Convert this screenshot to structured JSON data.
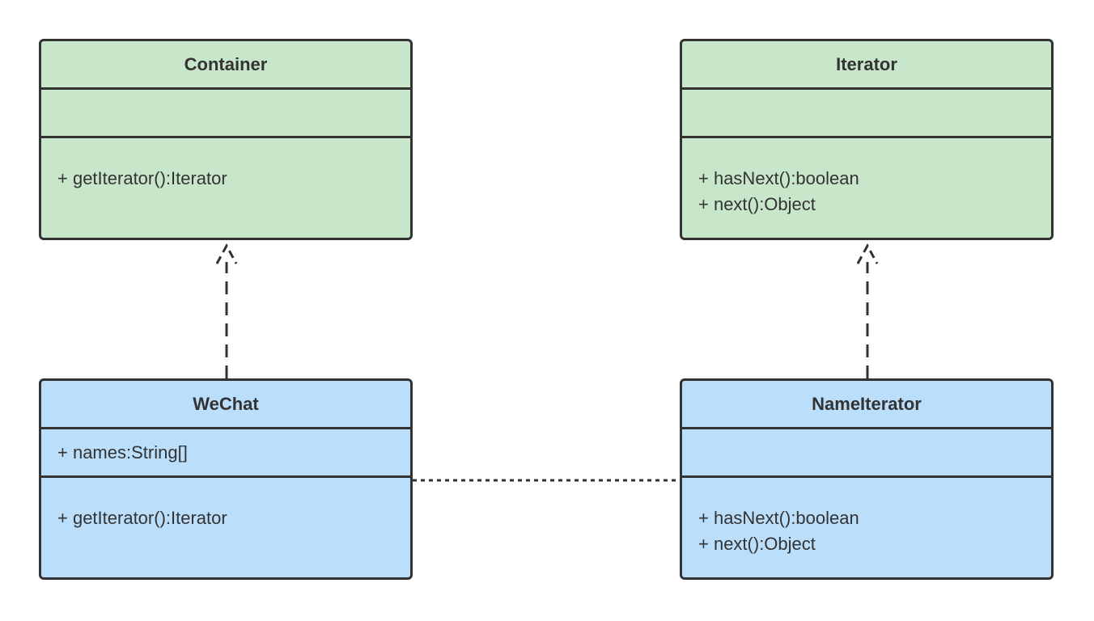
{
  "classes": {
    "container": {
      "name": "Container",
      "attributes": [],
      "operations": [
        "+ getIterator():Iterator"
      ]
    },
    "iterator": {
      "name": "Iterator",
      "attributes": [],
      "operations": [
        "+ hasNext():boolean",
        "+ next():Object"
      ]
    },
    "wechat": {
      "name": "WeChat",
      "attributes": [
        "+ names:String[]"
      ],
      "operations": [
        "+ getIterator():Iterator"
      ]
    },
    "nameiterator": {
      "name": "NameIterator",
      "attributes": [],
      "operations": [
        "+ hasNext():boolean",
        "+ next():Object"
      ]
    }
  },
  "colors": {
    "interface_fill": "#c8e6c9",
    "class_fill": "#bbdefb",
    "stroke": "#333333"
  }
}
